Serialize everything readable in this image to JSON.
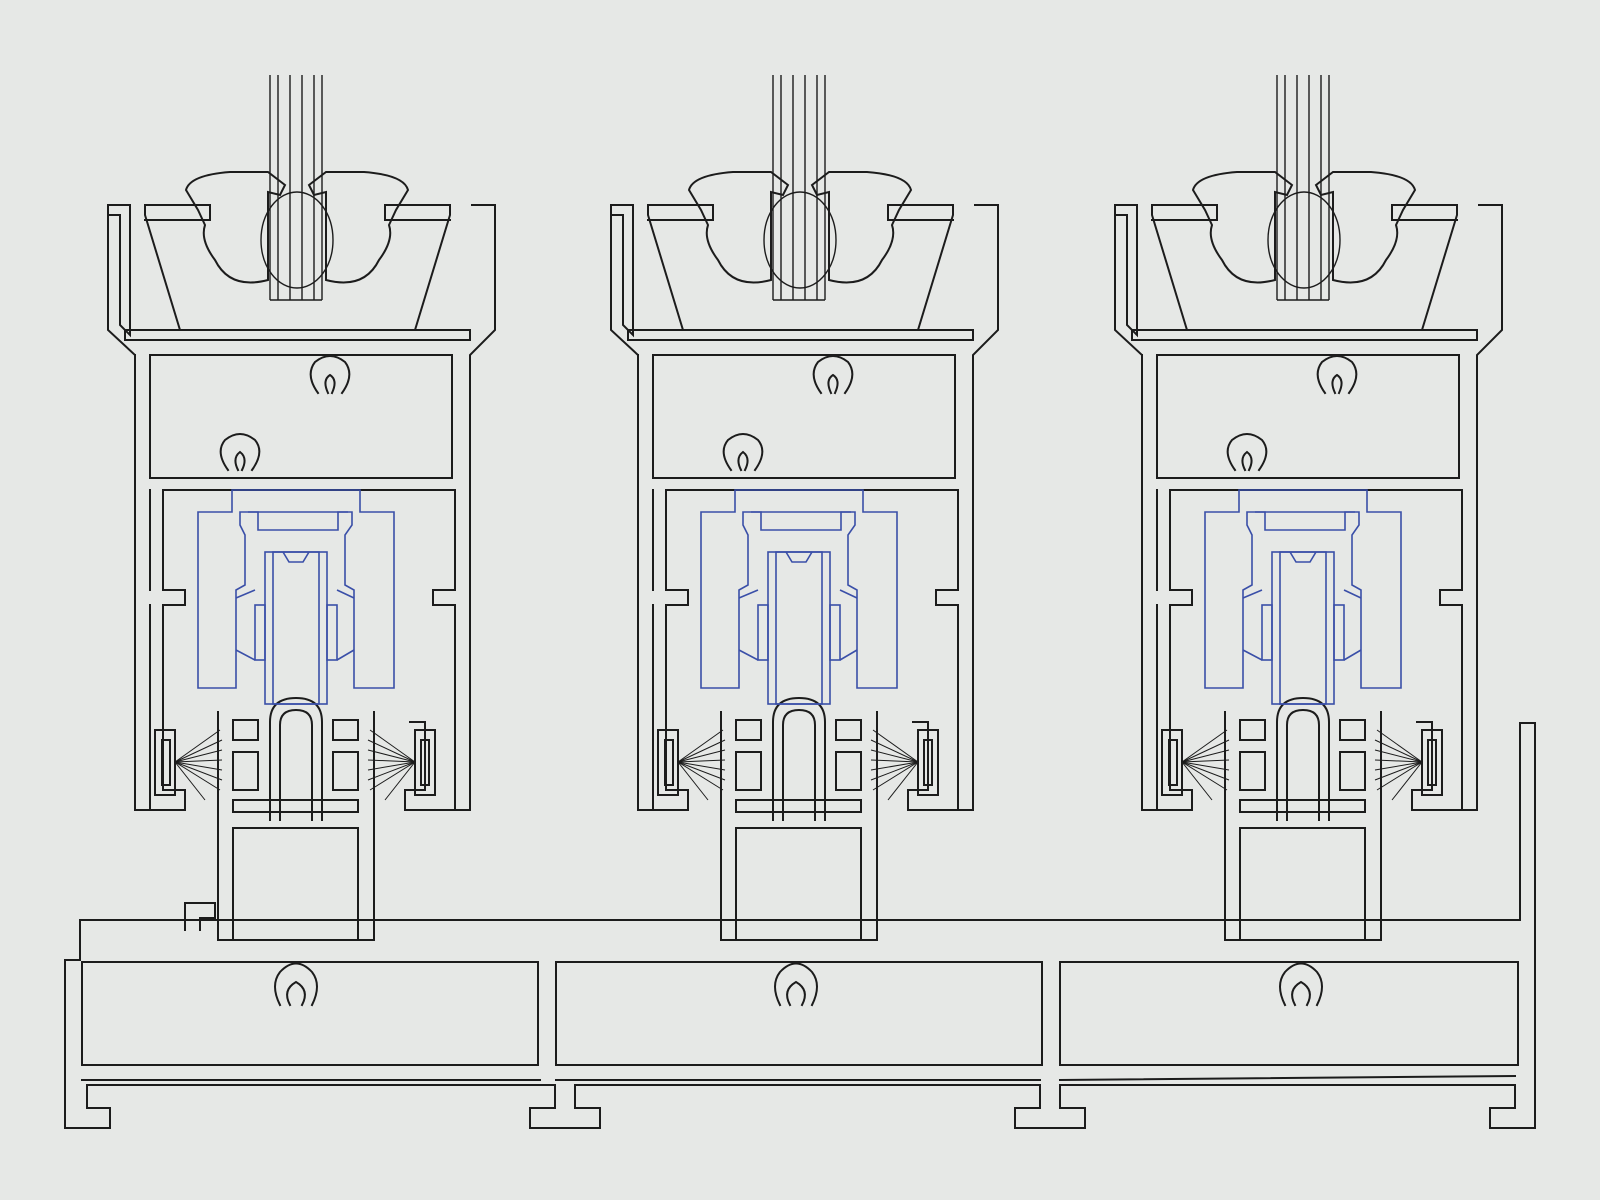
{
  "drawing": {
    "background_color": "#e6e8e6",
    "line_color": "#1c1c1c",
    "roller_color": "#3a4fa8",
    "sash_count": 3,
    "track_bays": 3
  },
  "sashes": [
    {
      "name": "sash-left",
      "glazing_panes": 5,
      "has_roller": true,
      "has_brush_seals": true
    },
    {
      "name": "sash-middle",
      "glazing_panes": 5,
      "has_roller": true,
      "has_brush_seals": true
    },
    {
      "name": "sash-right",
      "glazing_panes": 5,
      "has_roller": true,
      "has_brush_seals": true
    }
  ]
}
